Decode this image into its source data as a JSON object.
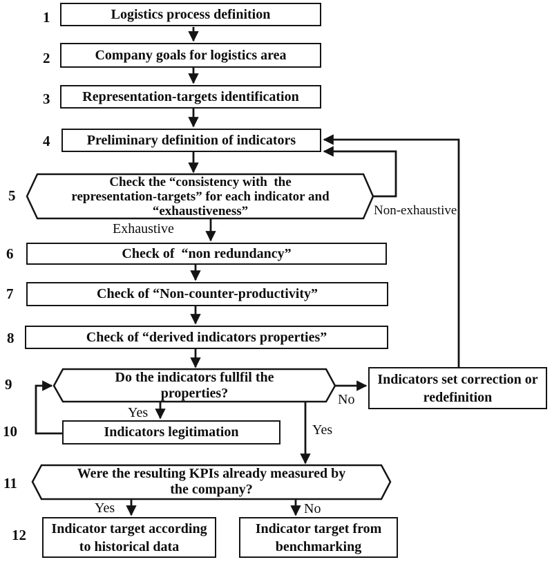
{
  "diagram": {
    "steps": [
      {
        "num": "1",
        "text": "Logistics process definition"
      },
      {
        "num": "2",
        "text": "Company goals for logistics area"
      },
      {
        "num": "3",
        "text": "Representation-targets identification"
      },
      {
        "num": "4",
        "text": "Preliminary definition of indicators"
      },
      {
        "num": "5",
        "lines": [
          "Check the “consistency with  the",
          "representation-targets” for each indicator and",
          "“exhaustiveness”"
        ]
      },
      {
        "num": "6",
        "text": "Check of  “non redundancy”"
      },
      {
        "num": "7",
        "text": "Check of “Non-counter-productivity”"
      },
      {
        "num": "8",
        "text": "Check of “derived indicators properties”"
      },
      {
        "num": "9",
        "lines": [
          "Do the indicators fullfil the",
          "properties?"
        ]
      },
      {
        "num": "10",
        "text": "Indicators legitimation"
      },
      {
        "num": "11",
        "lines": [
          "Were the resulting KPIs already measured by",
          "the company?"
        ]
      },
      {
        "num": "12"
      }
    ],
    "correction_box": {
      "lines": [
        "Indicators set correction or",
        "redefinition"
      ]
    },
    "result_left": {
      "lines": [
        "Indicator target according",
        "to historical data"
      ]
    },
    "result_right": {
      "lines": [
        "Indicator target from",
        "benchmarking"
      ]
    },
    "labels": {
      "exhaustive": "Exhaustive",
      "non_exhaustive": "Non-exhaustive",
      "yes_to_legitimation": "Yes",
      "no_to_correction": "No",
      "yes_to_kpi_check": "Yes",
      "yes_historical": "Yes",
      "no_benchmarking": "No"
    },
    "colors": {
      "line": "#141414",
      "background": "#ffffff"
    }
  }
}
